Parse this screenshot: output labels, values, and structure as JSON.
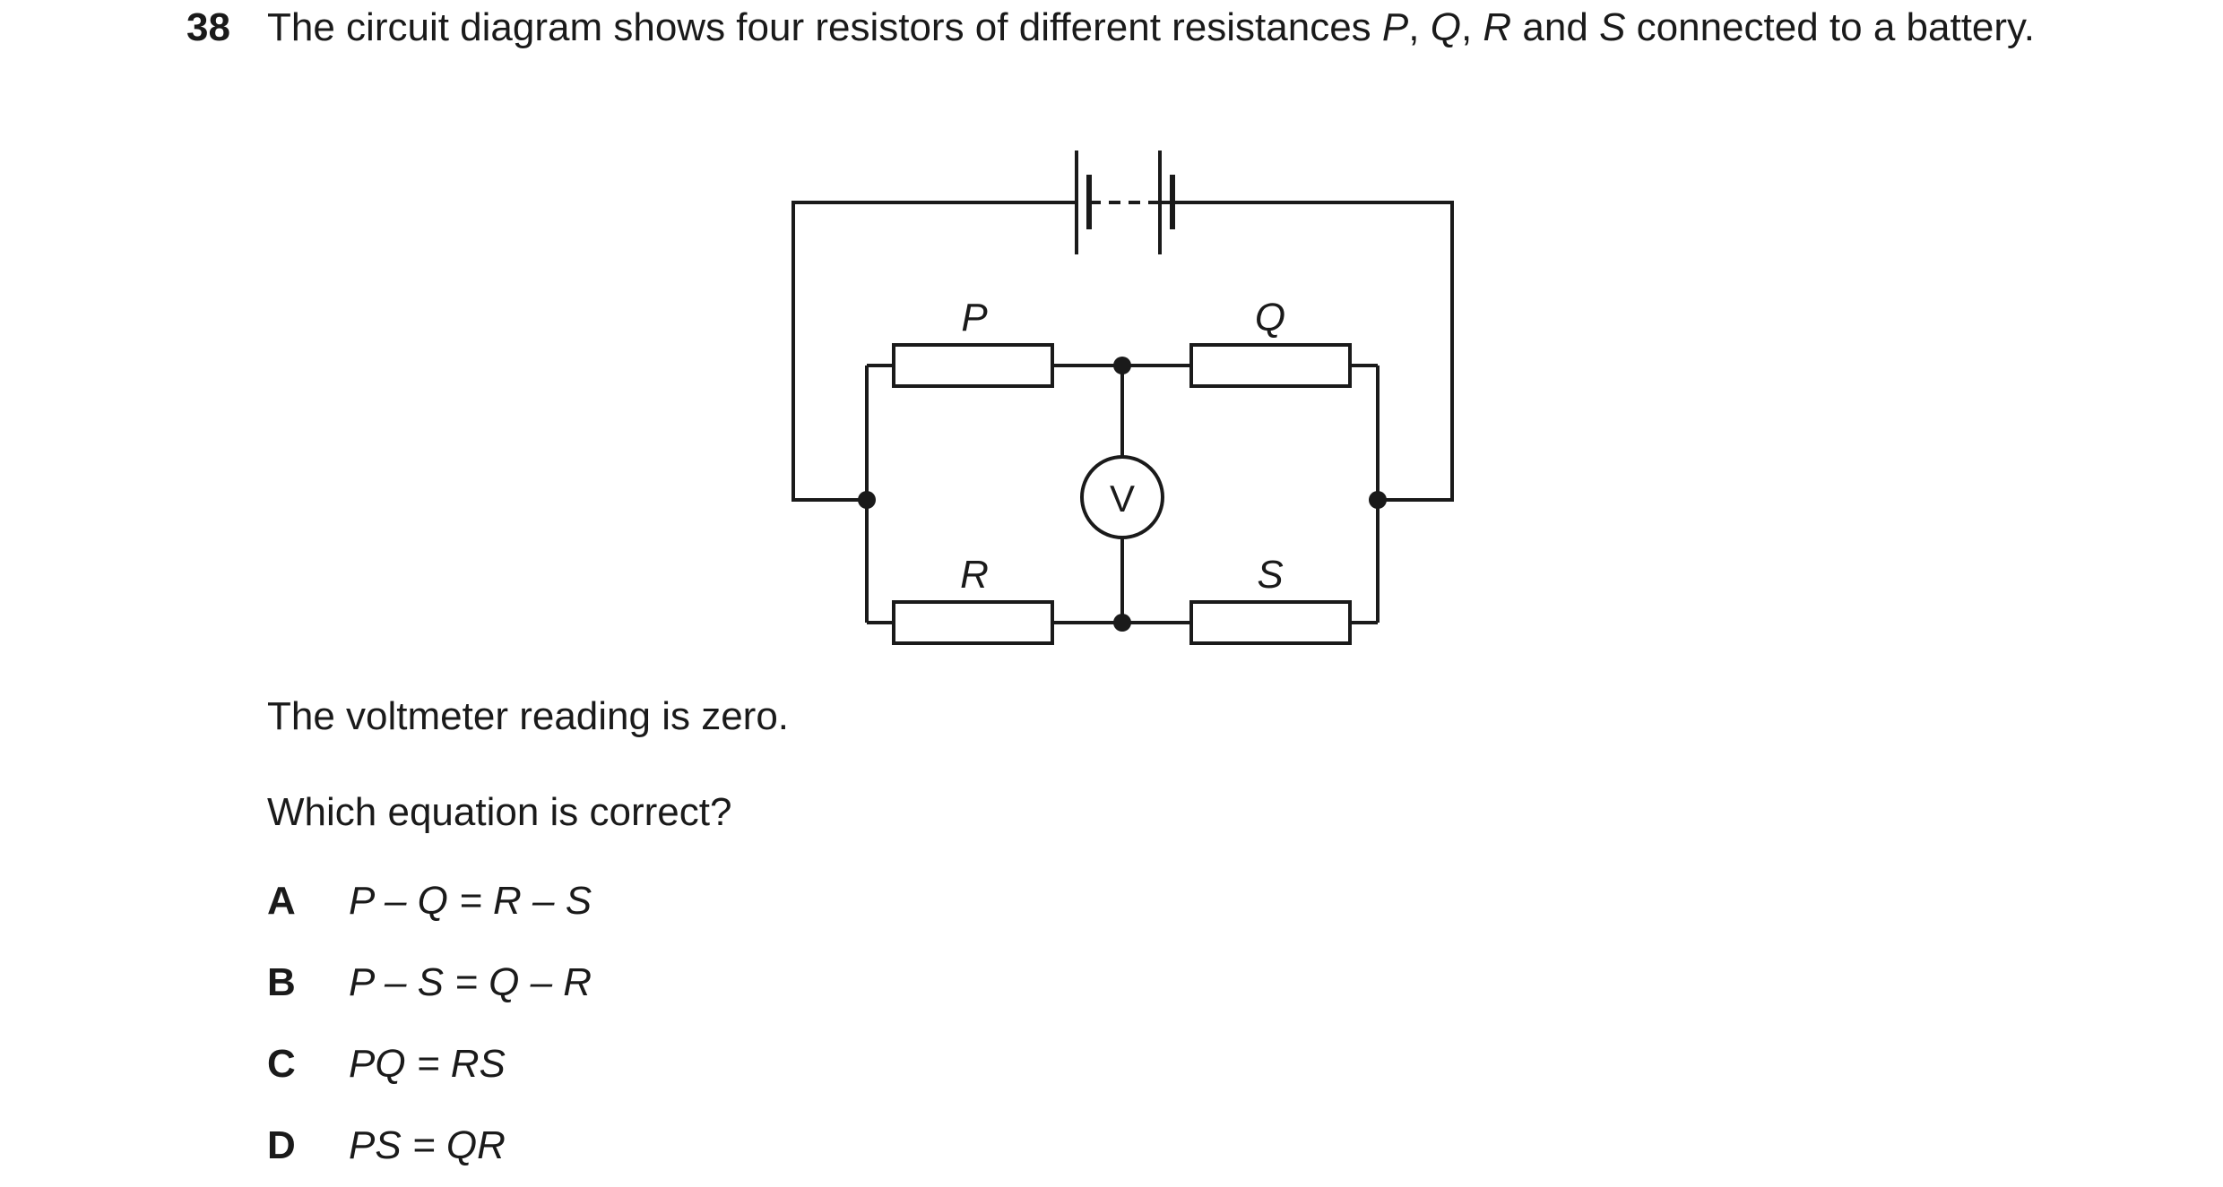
{
  "question": {
    "number": "38",
    "stem_parts": [
      {
        "text": "The circuit diagram shows four resistors of different resistances ",
        "italic": false
      },
      {
        "text": "P",
        "italic": true
      },
      {
        "text": ", ",
        "italic": false
      },
      {
        "text": "Q",
        "italic": true
      },
      {
        "text": ", ",
        "italic": false
      },
      {
        "text": "R",
        "italic": true
      },
      {
        "text": " and ",
        "italic": false
      },
      {
        "text": "S",
        "italic": true
      },
      {
        "text": " connected to a battery.",
        "italic": false
      }
    ],
    "info": "The voltmeter reading is zero.",
    "prompt": "Which equation is correct?"
  },
  "diagram": {
    "labels": {
      "P": "P",
      "Q": "Q",
      "R": "R",
      "S": "S",
      "voltmeter": "V"
    }
  },
  "options": [
    {
      "letter": "A",
      "text": "P – Q = R – S"
    },
    {
      "letter": "B",
      "text": "P – S = Q – R"
    },
    {
      "letter": "C",
      "text": "PQ = RS"
    },
    {
      "letter": "D",
      "text": "PS = QR"
    }
  ]
}
